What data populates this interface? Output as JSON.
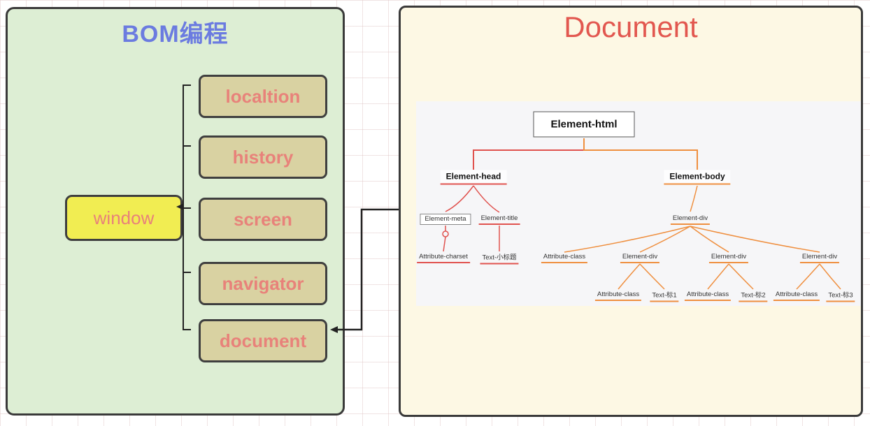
{
  "left_panel": {
    "title": "BOM编程",
    "window_label": "window",
    "items": [
      "localtion",
      "history",
      "screen",
      "navigator",
      "document"
    ]
  },
  "right_panel": {
    "title": "Document",
    "tree": {
      "root": "Element-html",
      "head": "Element-head",
      "body": "Element-body",
      "meta": "Element-meta",
      "title_el": "Element-title",
      "charset": "Attribute-charset",
      "title_text": "Text-小标题",
      "div_root": "Element-div",
      "attr_class": "Attribute-class",
      "div1": "Element-div",
      "div2": "Element-div",
      "div3": "Element-div",
      "leaves": [
        {
          "attr": "Attribute-class",
          "text": "Text-标1"
        },
        {
          "attr": "Attribute-class",
          "text": "Text-标2"
        },
        {
          "attr": "Attribute-class",
          "text": "Text-标3"
        }
      ]
    }
  },
  "colors": {
    "head_branch": "#e0524e",
    "body_branch": "#ef8f3f",
    "left_title": "#6b7be0",
    "doc_title": "#e2574f",
    "box_text": "#e8827a"
  }
}
